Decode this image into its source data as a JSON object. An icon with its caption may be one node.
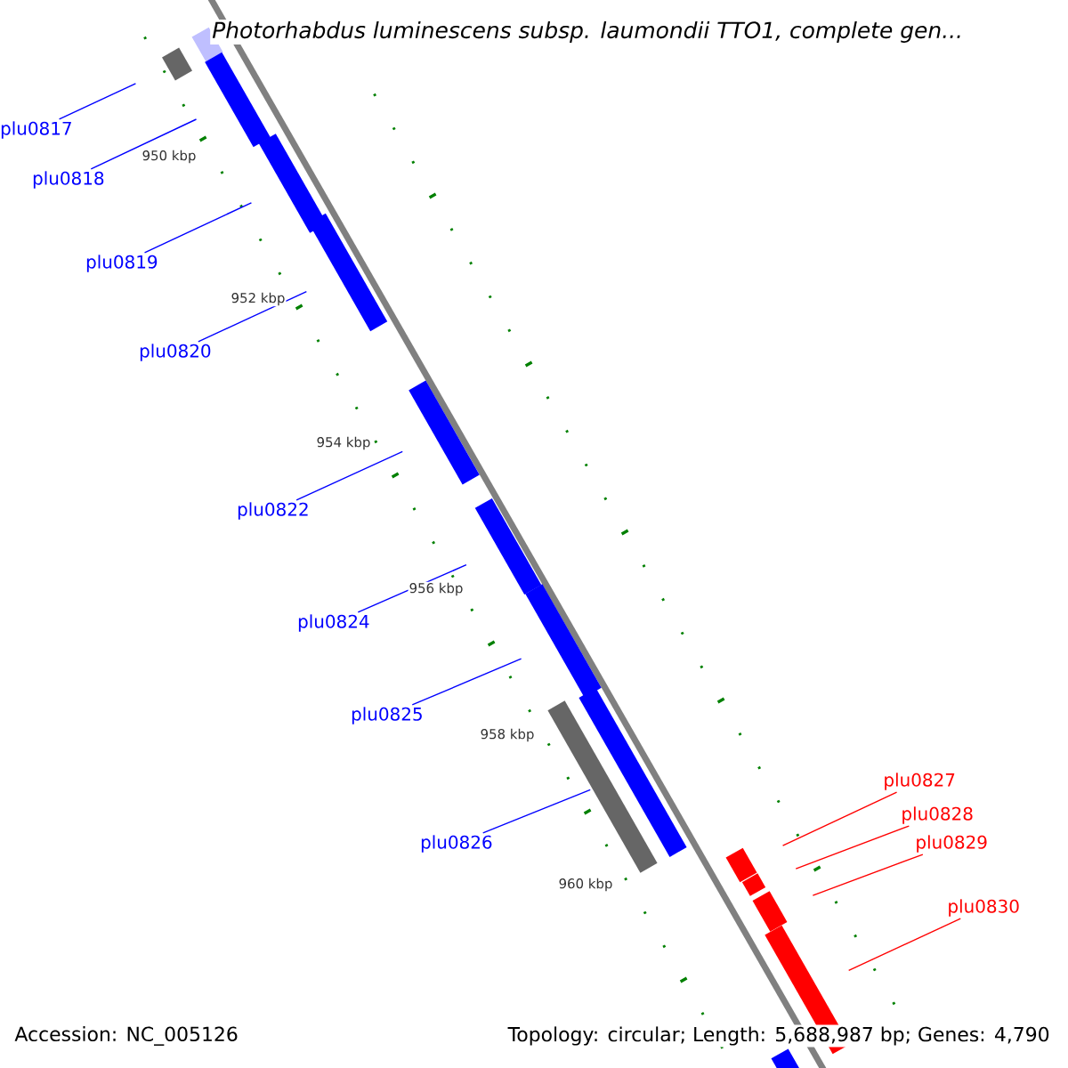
{
  "diagram": {
    "title": "Photorhabdus luminescens subsp. laumondii TTO1, complete gen...",
    "nodes": [
      {
        "text": [
          "plu0817"
        ]
      },
      {
        "text": [
          "plu0818"
        ]
      },
      {
        "text": [
          "plu0819"
        ]
      },
      {
        "text": [
          "plu0820"
        ]
      },
      {
        "text": [
          "plu0822"
        ]
      },
      {
        "text": [
          "plu0824"
        ]
      },
      {
        "text": [
          "plu0825"
        ]
      },
      {
        "text": [
          "plu0826"
        ]
      },
      {
        "text": [
          "plu0827"
        ]
      },
      {
        "text": [
          "plu0828"
        ]
      },
      {
        "text": [
          "plu0829"
        ]
      },
      {
        "text": [
          "plu0830"
        ]
      },
      {
        "text": [],
        "shape": "bar"
      },
      {
        "text": [],
        "shape": "bar"
      },
      {
        "text": [],
        "shape": "bar"
      },
      {
        "text": [],
        "shape": "bar"
      },
      {
        "text": [],
        "shape": "bar"
      },
      {
        "text": [],
        "shape": "bar"
      },
      {
        "text": [],
        "shape": "bar"
      },
      {
        "text": [],
        "shape": "bar"
      },
      {
        "text": [],
        "shape": "bar"
      },
      {
        "text": [],
        "shape": "bar"
      },
      {
        "text": [],
        "shape": "bar"
      },
      {
        "text": [],
        "shape": "bar"
      },
      {
        "text": [],
        "shape": "bar"
      },
      {
        "text": [],
        "shape": "bar"
      },
      {
        "text": [],
        "shape": "bar"
      }
    ],
    "edges": [
      {
        "from": 0,
        "to": 13,
        "arrow": "none"
      },
      {
        "from": 1,
        "to": 14,
        "arrow": "none"
      },
      {
        "from": 2,
        "to": 15,
        "arrow": "none"
      },
      {
        "from": 3,
        "to": 16,
        "arrow": "none"
      },
      {
        "from": 4,
        "to": 17,
        "arrow": "none"
      },
      {
        "from": 5,
        "to": 18,
        "arrow": "none"
      },
      {
        "from": 6,
        "to": 19,
        "arrow": "none"
      },
      {
        "from": 7,
        "to": 21,
        "arrow": "none"
      },
      {
        "from": 8,
        "to": 22,
        "arrow": "none",
        "color": "#ff0000"
      },
      {
        "from": 9,
        "to": 23,
        "arrow": "none",
        "color": "#ff0000"
      },
      {
        "from": 10,
        "to": 24,
        "arrow": "none",
        "color": "#ff0000"
      },
      {
        "from": 11,
        "to": 25,
        "arrow": "none",
        "color": "#ff0000"
      }
    ],
    "labels": [
      "950 kbp",
      "952 kbp",
      "954 kbp",
      "956 kbp",
      "958 kbp",
      "960 kbp",
      "Accession: NC_005126",
      "Topology: circular; Length: 5,688,987 bp; Genes: 4,790"
    ]
  }
}
